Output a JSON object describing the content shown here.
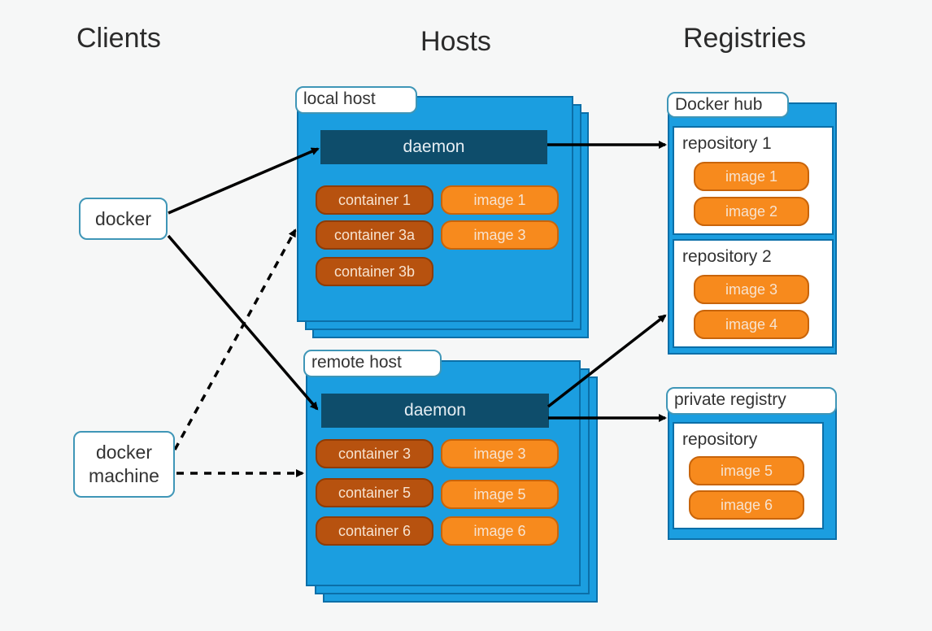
{
  "headers": {
    "clients": "Clients",
    "hosts": "Hosts",
    "registries": "Registries"
  },
  "clients": {
    "docker": "docker",
    "docker_machine_line1": "docker",
    "docker_machine_line2": "machine"
  },
  "local_host": {
    "label": "local host",
    "daemon": "daemon",
    "containers": [
      "container 1",
      "container 3a",
      "container 3b"
    ],
    "images": [
      "image 1",
      "image 3"
    ]
  },
  "remote_host": {
    "label": "remote host",
    "daemon": "daemon",
    "containers": [
      "container 3",
      "container 5",
      "container 6"
    ],
    "images": [
      "image 3",
      "image 5",
      "image 6"
    ]
  },
  "docker_hub": {
    "label": "Docker hub",
    "repositories": [
      {
        "name": "repository 1",
        "images": [
          "image 1",
          "image 2"
        ]
      },
      {
        "name": "repository 2",
        "images": [
          "image 3",
          "image 4"
        ]
      }
    ]
  },
  "private_registry": {
    "label": "private registry",
    "repositories": [
      {
        "name": "repository",
        "images": [
          "image 5",
          "image 6"
        ]
      }
    ]
  },
  "colors": {
    "host_fill": "#1b9ee0",
    "daemon_fill": "#0e4d6b",
    "container_fill": "#b7520f",
    "image_fill": "#f78a1d",
    "outline": "#3f96b7"
  }
}
